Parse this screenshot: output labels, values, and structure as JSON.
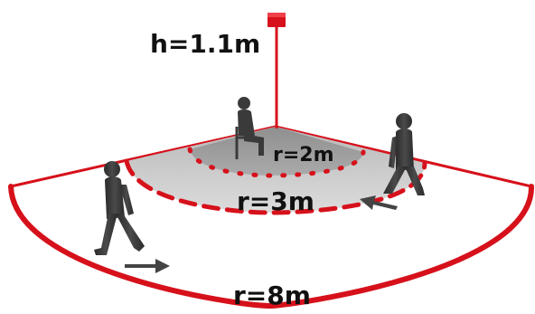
{
  "labels": {
    "height": "h=1.1m",
    "inner_radius": "r=2m",
    "middle_radius": "r=3m",
    "outer_radius": "r=8m"
  },
  "colors": {
    "zone_line": "#d6111b",
    "zone_line_dark": "#a80b12",
    "inner_zone_fill": "#9b9b9b",
    "middle_zone_fill": "#c9c9c9",
    "figure": "#3a3a3a",
    "arrow": "#444444"
  },
  "figures": [
    "seated-person",
    "walking-person-left",
    "walking-person-right"
  ],
  "arrows": [
    "arrow-right",
    "arrow-left"
  ]
}
